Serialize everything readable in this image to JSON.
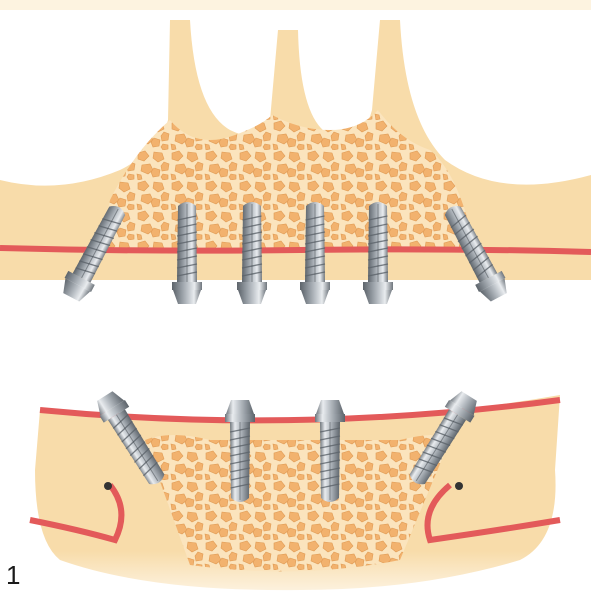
{
  "figure": {
    "label": "1",
    "colors": {
      "bone": "#f8dcaa",
      "bone_graft": "#f2b26e",
      "graft_outline": "#e09a52",
      "nerve": "#e35a5a",
      "implant_metal": "#c2c7cc",
      "background": "#ffffff"
    },
    "panels": [
      {
        "name": "upper-jaw",
        "implant_count": 6
      },
      {
        "name": "lower-jaw",
        "implant_count": 4
      }
    ]
  }
}
